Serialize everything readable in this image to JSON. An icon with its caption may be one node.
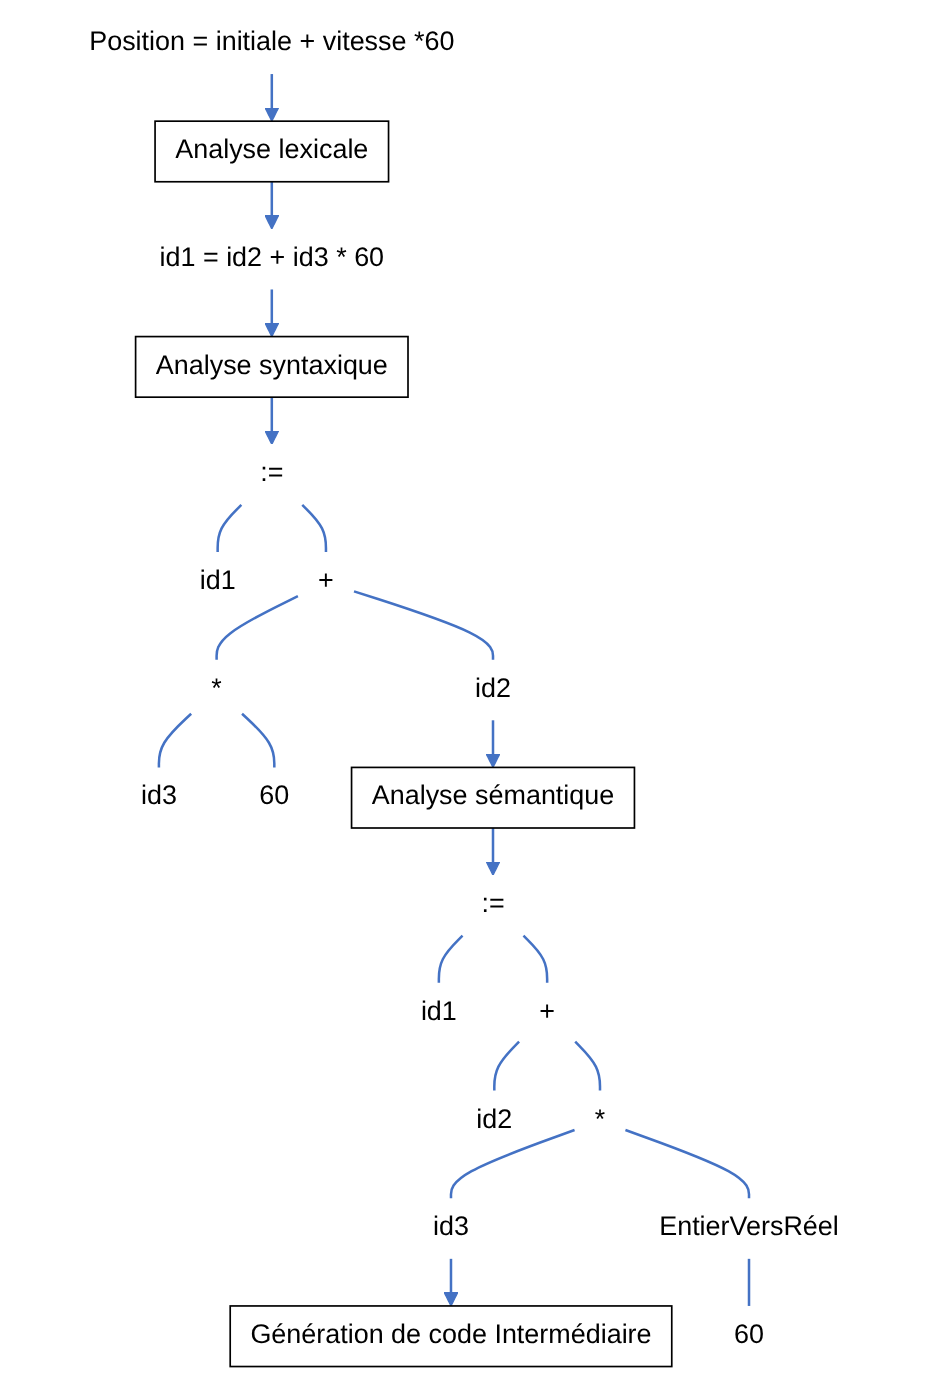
{
  "diagram": {
    "nodes": [
      {
        "text": [
          "Position = initiale + vitesse *60"
        ]
      },
      {
        "text": [
          "Analyse lexicale"
        ]
      },
      {
        "text": [
          "id1 = id2 + id3 * 60"
        ]
      },
      {
        "text": [
          "Analyse syntaxique"
        ]
      },
      {
        "text": [
          ":="
        ]
      },
      {
        "text": [
          "id1"
        ]
      },
      {
        "text": [
          "+"
        ]
      },
      {
        "text": [
          "id2"
        ]
      },
      {
        "text": [
          "*"
        ]
      },
      {
        "text": [
          "id3"
        ]
      },
      {
        "text": [
          "60"
        ]
      },
      {
        "text": [
          "Analyse sémantique"
        ]
      },
      {
        "text": [
          ":="
        ]
      },
      {
        "text": [
          "id1"
        ]
      },
      {
        "text": [
          "+"
        ]
      },
      {
        "text": [
          "id2"
        ]
      },
      {
        "text": [
          "*"
        ]
      },
      {
        "text": [
          "id3"
        ]
      },
      {
        "text": [
          "EntierVersRéel"
        ]
      },
      {
        "text": [
          "60"
        ]
      },
      {
        "text": [
          "Génération de code Intermédiaire"
        ]
      }
    ],
    "edges": [
      {
        "from": 0,
        "to": 1,
        "arrow": "to"
      },
      {
        "from": 1,
        "to": 2,
        "arrow": "to"
      },
      {
        "from": 2,
        "to": 3,
        "arrow": "to"
      },
      {
        "from": 3,
        "to": 4,
        "arrow": "to"
      },
      {
        "from": 4,
        "to": 5,
        "arrow": "none"
      },
      {
        "from": 4,
        "to": 6,
        "arrow": "none"
      },
      {
        "from": 6,
        "to": 7,
        "arrow": "none"
      },
      {
        "from": 6,
        "to": 8,
        "arrow": "none"
      },
      {
        "from": 8,
        "to": 9,
        "arrow": "none"
      },
      {
        "from": 8,
        "to": 10,
        "arrow": "none"
      },
      {
        "from": 7,
        "to": 11,
        "arrow": "to"
      },
      {
        "from": 11,
        "to": 12,
        "arrow": "to"
      },
      {
        "from": 12,
        "to": 13,
        "arrow": "none"
      },
      {
        "from": 12,
        "to": 14,
        "arrow": "none"
      },
      {
        "from": 14,
        "to": 15,
        "arrow": "none"
      },
      {
        "from": 14,
        "to": 16,
        "arrow": "none"
      },
      {
        "from": 16,
        "to": 17,
        "arrow": "none"
      },
      {
        "from": 16,
        "to": 18,
        "arrow": "none"
      },
      {
        "from": 18,
        "to": 19,
        "arrow": "none"
      },
      {
        "from": 17,
        "to": 20,
        "arrow": "to"
      }
    ]
  }
}
